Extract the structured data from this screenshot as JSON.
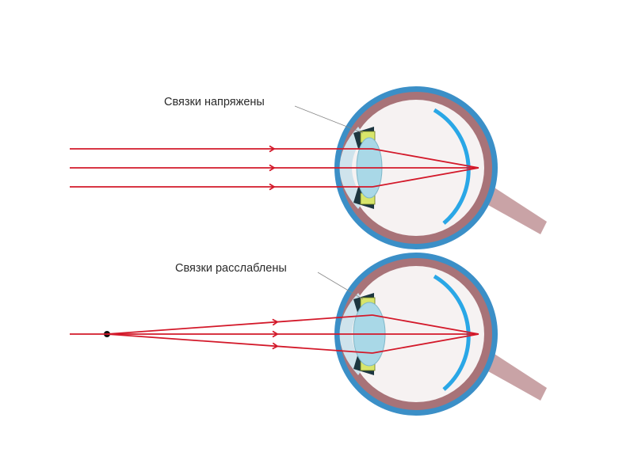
{
  "diagrams": [
    {
      "id": "top",
      "label": "Связки напряжены",
      "source": "parallel-rays"
    },
    {
      "id": "bottom",
      "label": "Связки расслаблены",
      "source": "point-source"
    }
  ],
  "colors": {
    "ray": "#d3192a",
    "eye_outer": "#3b8fc7",
    "eye_wall": "#a87378",
    "eye_inner": "#f6f2f2",
    "retina": "#2aa7e6",
    "cornea": "#cfe3ec",
    "lens": "#a9d8e7",
    "ligament": "#d8e56a",
    "iris": "#1d3640"
  }
}
